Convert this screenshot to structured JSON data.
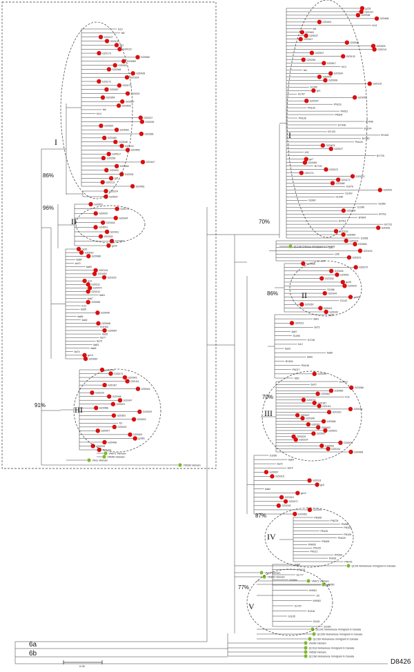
{
  "colors": {
    "red": "#d90f0f",
    "green": "#7cb82f",
    "line": "#333333"
  },
  "left_panel": {
    "clusters": {
      "I": "I",
      "II": "II",
      "III": "III"
    },
    "percents": {
      "I": "86%",
      "II": "96%",
      "III": "91%"
    },
    "leaves_top": [
      "fc13",
      "fs5",
      "GZ0127",
      "GZ0132",
      "gz1",
      "GZ0115",
      "GZ0173",
      "GZ0060",
      "GZ0069",
      "GZ0261",
      "GZ0068",
      "GZ0428",
      "GZ0324",
      "GZ0172",
      "GZ0077",
      "GZ0057",
      "GZ0002",
      "GZ0354",
      "GZ0027",
      "GZ0403",
      "fs6",
      "fc14",
      "GZ0247",
      "GZ0039",
      "GZ0009",
      "GZ0069",
      "GZ0266",
      "GZ0460",
      "GZ0048",
      "GZ0131",
      "GZ0465",
      "GZ0517",
      "GZ0256",
      "GZ0447",
      "GZ0546",
      "GZ0303",
      "GZ0331",
      "gz6",
      "GZ0213",
      "GZ0461",
      "GZ0224",
      "GZ0537"
    ],
    "leaves_mid": [
      "GZ0551",
      "GZ0270",
      "GZ0020",
      "GZ0344",
      "GZ0444",
      "GZ4001",
      "GZ0411",
      "GZ0332",
      "GZ0357",
      "gz29",
      "gz26",
      "GZ0023",
      "GZ0088",
      "6a64",
      "6a70",
      "6a69",
      "GZ0144",
      "GZ0453",
      "GZ0315",
      "gz3",
      "GZ0311",
      "GZ0472",
      "GZ0012",
      "6a61",
      "6a67",
      "GZ0065",
      "fc12",
      "6a55",
      "GZ0045",
      "6a66",
      "6a62",
      "GZ0008",
      "EUHK2",
      "GZ0064",
      "6a35",
      "6a77",
      "6a73",
      "6a63",
      "6a65",
      "6a74",
      "gz14",
      "GZ0067"
    ],
    "leaves_bottom": [
      "GZ0219",
      "GZ0074",
      "GZ0343",
      "GZ0111",
      "GZ0187",
      "GZ0044",
      "GZ0310",
      "GZ0346",
      "GZ0047",
      "GZ0021",
      "GZ0466",
      "GZ0029",
      "GZ0351",
      "GZ0003",
      "fs1",
      "GZ0024",
      "GZ0007",
      "GZ0003",
      "gz381",
      "GZ0408",
      "GZ0234",
      "GZ0104"
    ],
    "green_leaves": [
      "VN671 Vietnam",
      "VN050 Vietnam",
      "VN11 Vietnam",
      "VN538 Vietnam"
    ]
  },
  "right_panel": {
    "clusters": {
      "I": "I",
      "II": "II",
      "III": "III",
      "IV": "IV",
      "V": "V"
    },
    "percents": {
      "I": "70%",
      "II": "86%",
      "III": "70%",
      "IV": "87%",
      "V": "77%"
    },
    "leaves_top": [
      "gz28",
      "GZ0131",
      "GZ0048",
      "GZ0465",
      "GZ0402",
      "fc14",
      "fs6",
      "GZ0461",
      "GZ0037",
      "GZ0447",
      "GZ0546",
      "GZ0009",
      "GZ0213",
      "GZ0537",
      "GZ0132",
      "GZ0256",
      "GZ0517",
      "fc13",
      "fs5",
      "GZ0334",
      "GZ0003",
      "GZ0008",
      "GZ0115",
      "S1345",
      "gz1",
      "S1767",
      "GZ0059",
      "GZ0247",
      "PN116",
      "PN126",
      "PN011",
      "PN304",
      "PN128",
      "BY408",
      "BY448",
      "BY674",
      "BY120",
      "BY449",
      "BY580",
      "PN125",
      "GZ0403",
      "GZ0027",
      "43C",
      "BY720",
      "gz7",
      "GZ0069",
      "BY725",
      "GZ0072",
      "GZ0173",
      "GZ0222",
      "GZ0172",
      "GZ0068",
      "S1079",
      "GZ0420",
      "S1343",
      "S1348",
      "S1640",
      "S1850",
      "S1346",
      "GZ0354",
      "BY411",
      "BY804",
      "BY511",
      "BY723",
      "GZ0261",
      "GZ0218",
      "GZ0406",
      "S1058",
      "GZ0224",
      "GZ0551",
      "13C",
      "GZ0215",
      "U2E",
      "GZ0223",
      "e42"
    ],
    "leaves_mid": [
      "GZ0066",
      "GZ0270",
      "GZ0434",
      "GZ4001",
      "GZ0332",
      "gz26",
      "GZ0020",
      "S1068",
      "GZ0344",
      "gz909",
      "S1142",
      "GZ0357",
      "GZ0411",
      "GZ0332",
      "6a35",
      "6a61",
      "GZ0012",
      "6a73",
      "6a67",
      "S1090",
      "S1745",
      "fc12",
      "6a33",
      "6a66",
      "6a63",
      "BY604",
      "PN106",
      "PN017",
      "GZ0045",
      "S5D",
      "EUHK2",
      "6a70",
      "GZ0266",
      "GZ0065",
      "GZ0064",
      "fc11",
      "GZ0074",
      "GZ0187",
      "GZ0111",
      "GZ0044",
      "GZ0310",
      "GZ0047",
      "GZ0346",
      "GZ0466",
      "GZ0351",
      "GZ0003",
      "GZ0021",
      "GZ0007",
      "GZ0029",
      "GZ0224",
      "GZ0034",
      "GZ0003",
      "GZ0104",
      "GZ0408",
      "S1050",
      "6a64",
      "6a72",
      "6a74",
      "GZ0067",
      "GZ0315",
      "GZ0311",
      "gz3",
      "6a62",
      "gz14",
      "GZ0319",
      "GZ0472",
      "GZ0018",
      "GZ0144",
      "GZ0453"
    ],
    "leaves_bottom": [
      "PN306",
      "PN378",
      "PN062",
      "PN100",
      "PN115",
      "PN105",
      "PN109",
      "PN308",
      "PN005",
      "PN120",
      "PN212",
      "PN269",
      "PN001",
      "PN076",
      "6a65",
      "PN113",
      "S1777",
      "HH064",
      "HH065",
      "HH081",
      "2D",
      "W9063",
      "S1757",
      "S1316",
      "S1105",
      "S1115",
      "S1090"
    ],
    "green_leaves": [
      "QC138 Chinese Immigrant in Canada",
      "QC26 Vietnamese Immigrant in Canada",
      "VN11 Vietnam",
      "VN906 Vietnam",
      "VN671 Vietnam",
      "VN050",
      "QC242 Vietnamese Immigrant in Canada",
      "QC206 Vietnamese Immigrant in Canada",
      "QC169 Vietnamese Immigrant in Canada",
      "VN348 Vietnam",
      "QC318 Vietnamese Immigrant in Canada",
      "VN538 Vietnam",
      "QC168 Vietnamese Immigrant in Canada"
    ]
  },
  "outgroups": {
    "a": "6a",
    "b": "6b",
    "root": "D8426"
  },
  "scale_label": "0.05"
}
